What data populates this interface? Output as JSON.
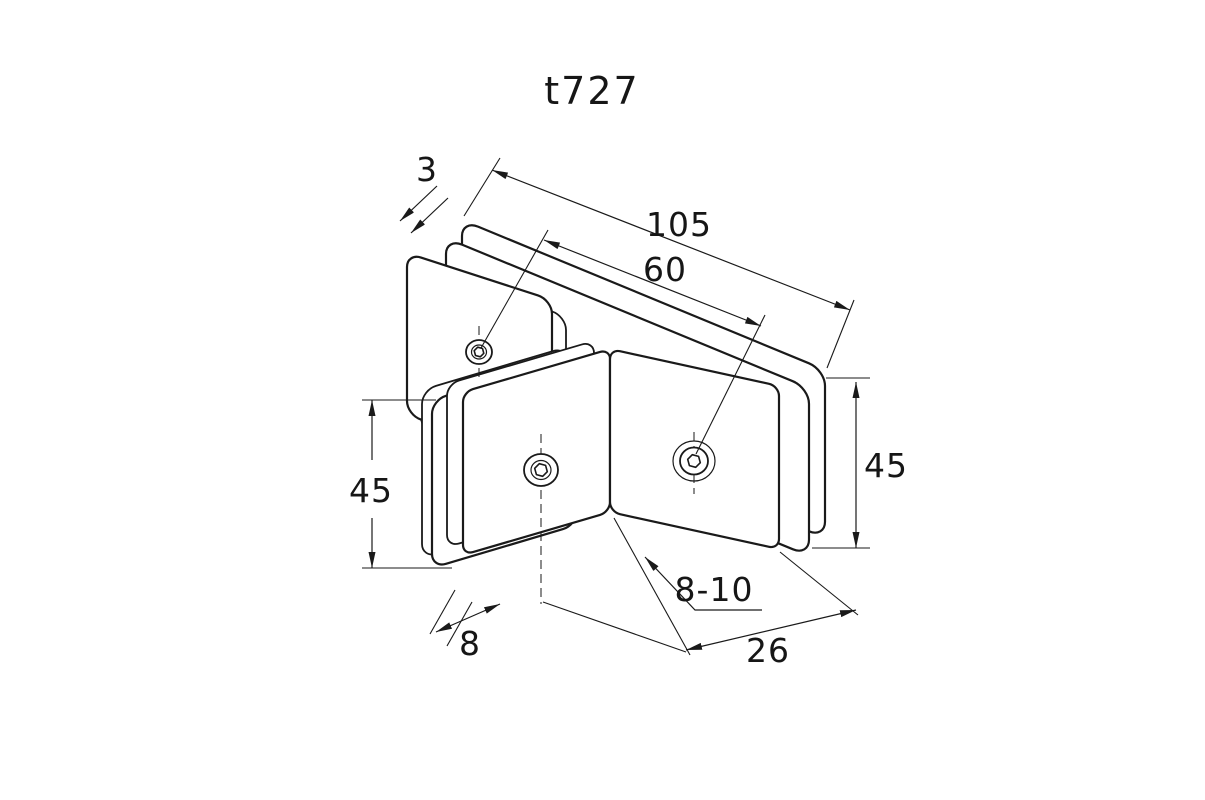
{
  "page": {
    "background": "#ffffff",
    "line_color": "#1a1a1a",
    "text_color": "#161616"
  },
  "title": "t727",
  "drawing": {
    "description": "isometric technical drawing of a 90-degree glass clamp connector with hex socket screws and dimension lines"
  },
  "dims": {
    "d3": "3",
    "d105": "105",
    "d60": "60",
    "d45_left": "45",
    "d45_right": "45",
    "d810": "8-10",
    "d8": "8",
    "d26": "26"
  }
}
